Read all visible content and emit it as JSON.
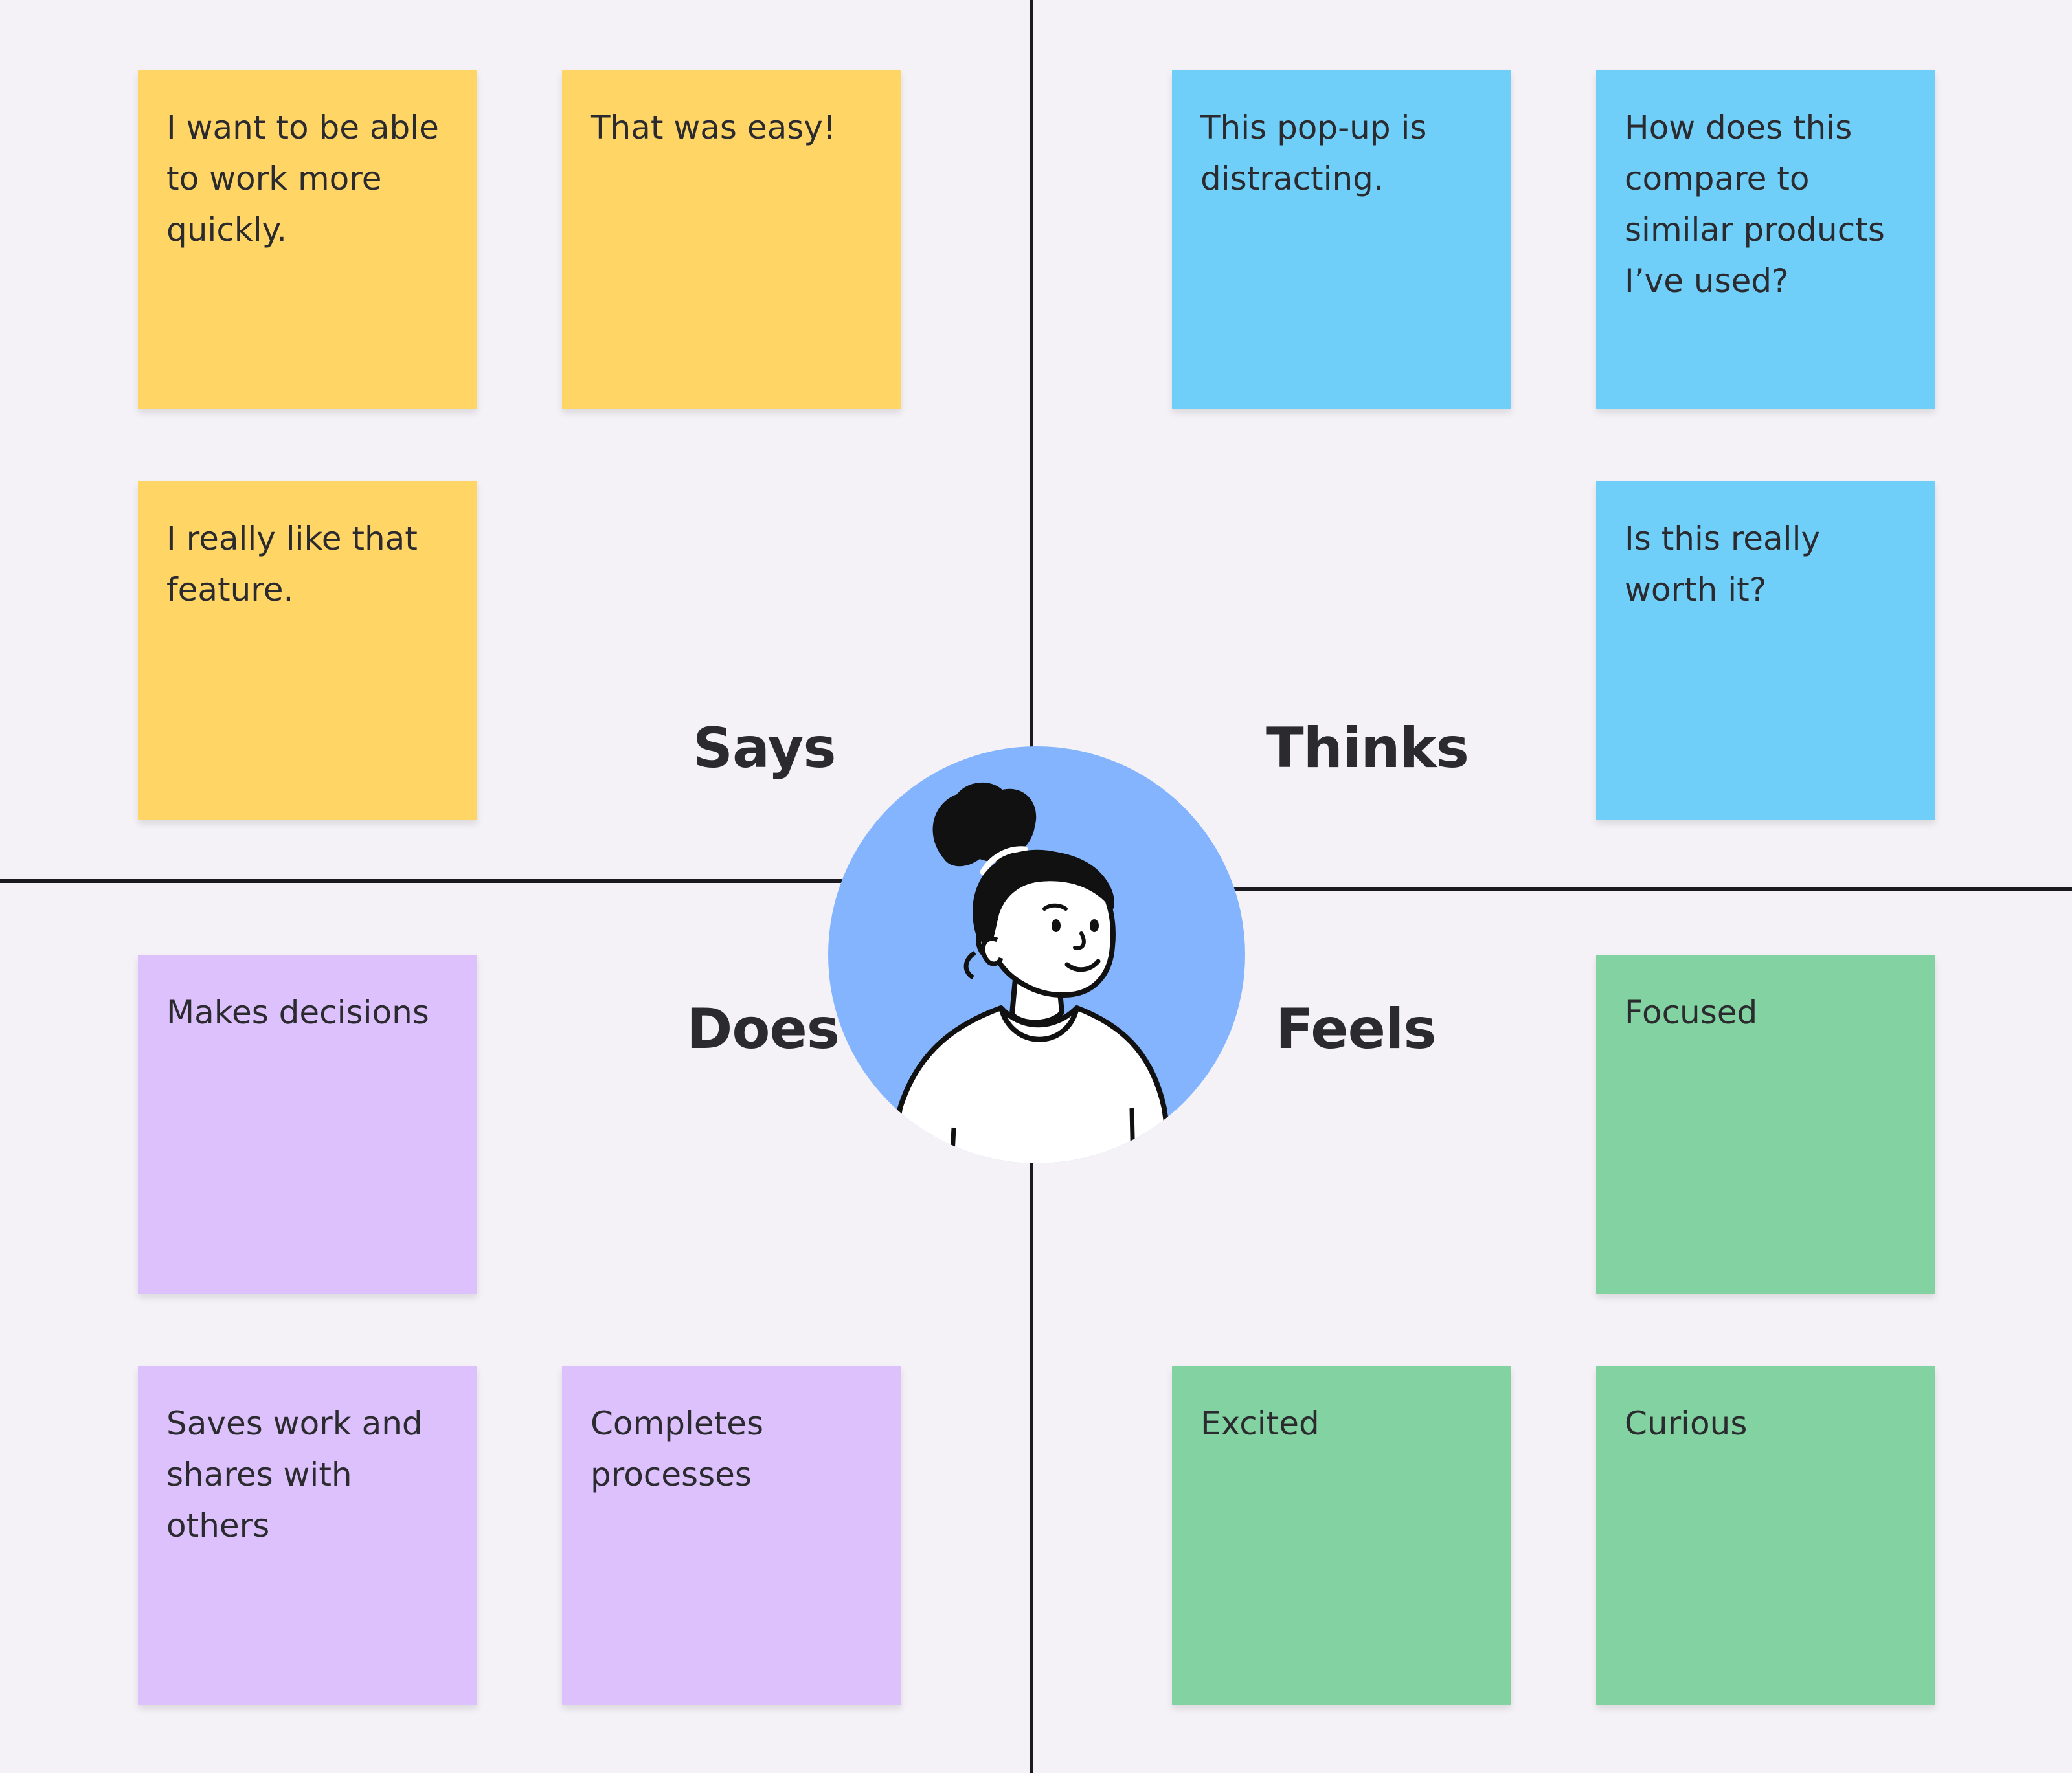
{
  "colors": {
    "background": "#f4f2f6",
    "divider": "#1b1b1f",
    "says_note": "#ffd666",
    "thinks_note": "#6fcff9",
    "does_note": "#dcc1fd",
    "feels_note": "#82d3a1",
    "persona_circle": "#83b4fd"
  },
  "quadrants": {
    "says": {
      "label": "Says",
      "notes": [
        "I want to be able to work more quickly.",
        "That was easy!",
        "I really like that feature."
      ]
    },
    "thinks": {
      "label": "Thinks",
      "notes": [
        "This pop-up is distracting.",
        "How does this compare to similar products I’ve used?",
        "Is this really worth it?"
      ]
    },
    "does": {
      "label": "Does",
      "notes": [
        "Makes decisions",
        "Saves work and shares with others",
        "Completes processes"
      ]
    },
    "feels": {
      "label": "Feels",
      "notes": [
        "Focused",
        "Excited",
        "Curious"
      ]
    }
  },
  "persona": {
    "icon": "user-persona-illustration"
  }
}
